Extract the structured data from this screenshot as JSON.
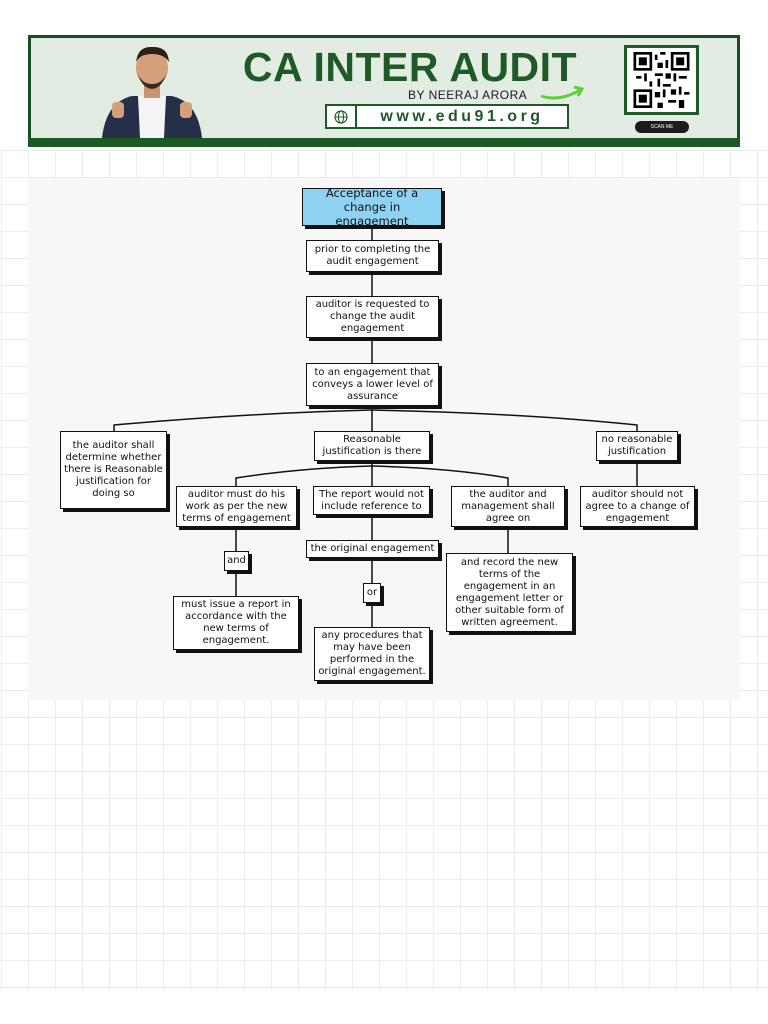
{
  "banner": {
    "title": "CA INTER AUDIT",
    "subtitle": "BY NEERAJ ARORA",
    "url": "www.edu91.org",
    "scan_label": "SCAN ME",
    "colors": {
      "primary": "#1d5a26",
      "background": "#e3ece3"
    }
  },
  "diagram": {
    "root": "Acceptance of a change in engagement",
    "step1": "prior to completing the audit engagement",
    "step2": "auditor is requested to change the audit engagement",
    "step3": "to an engagement that conveys a lower level of assurance",
    "left": "the auditor shall determine whether there is Reasonable justification for doing so",
    "middle": "Reasonable justification is there",
    "right": "no reasonable justification",
    "right_child": "auditor should not agree to a change of engagement",
    "m1": "auditor must do his work as per the new terms of engagement",
    "m1_and": "and",
    "m1_child": "must issue a report in accordance with the new terms of engagement.",
    "m2": "The report would not include reference to",
    "m2_child": "the original engagement",
    "m2_or": "or",
    "m2_grandchild": "any procedures that may have been performed in the original engagement.",
    "m3": "the auditor and management shall agree on",
    "m3_child": "and record the new terms of the engagement in an engagement letter or other suitable form of written agreement.",
    "colors": {
      "root_fill": "#8fd3f4",
      "node_fill": "#ffffff",
      "line": "#111111"
    }
  }
}
